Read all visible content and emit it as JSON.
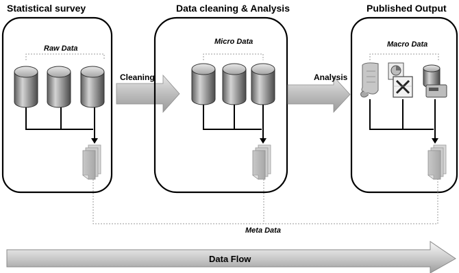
{
  "stages": [
    {
      "title": "Statistical survey",
      "group_label": "Raw Data"
    },
    {
      "title": "Data cleaning & Analysis",
      "group_label": "Micro Data"
    },
    {
      "title": "Published Output",
      "group_label": "Macro Data"
    }
  ],
  "connectors": {
    "cleaning_label": "Cleaning",
    "analysis_label": "Analysis"
  },
  "meta_label": "Meta Data",
  "flow_label": "Data Flow",
  "icons": {
    "database": "database-cylinder-icon",
    "document": "document-stack-icon",
    "scroll": "scroll-icon",
    "chart": "chart-icon",
    "spreadsheet": "spreadsheet-icon",
    "drive": "storage-drive-icon"
  }
}
